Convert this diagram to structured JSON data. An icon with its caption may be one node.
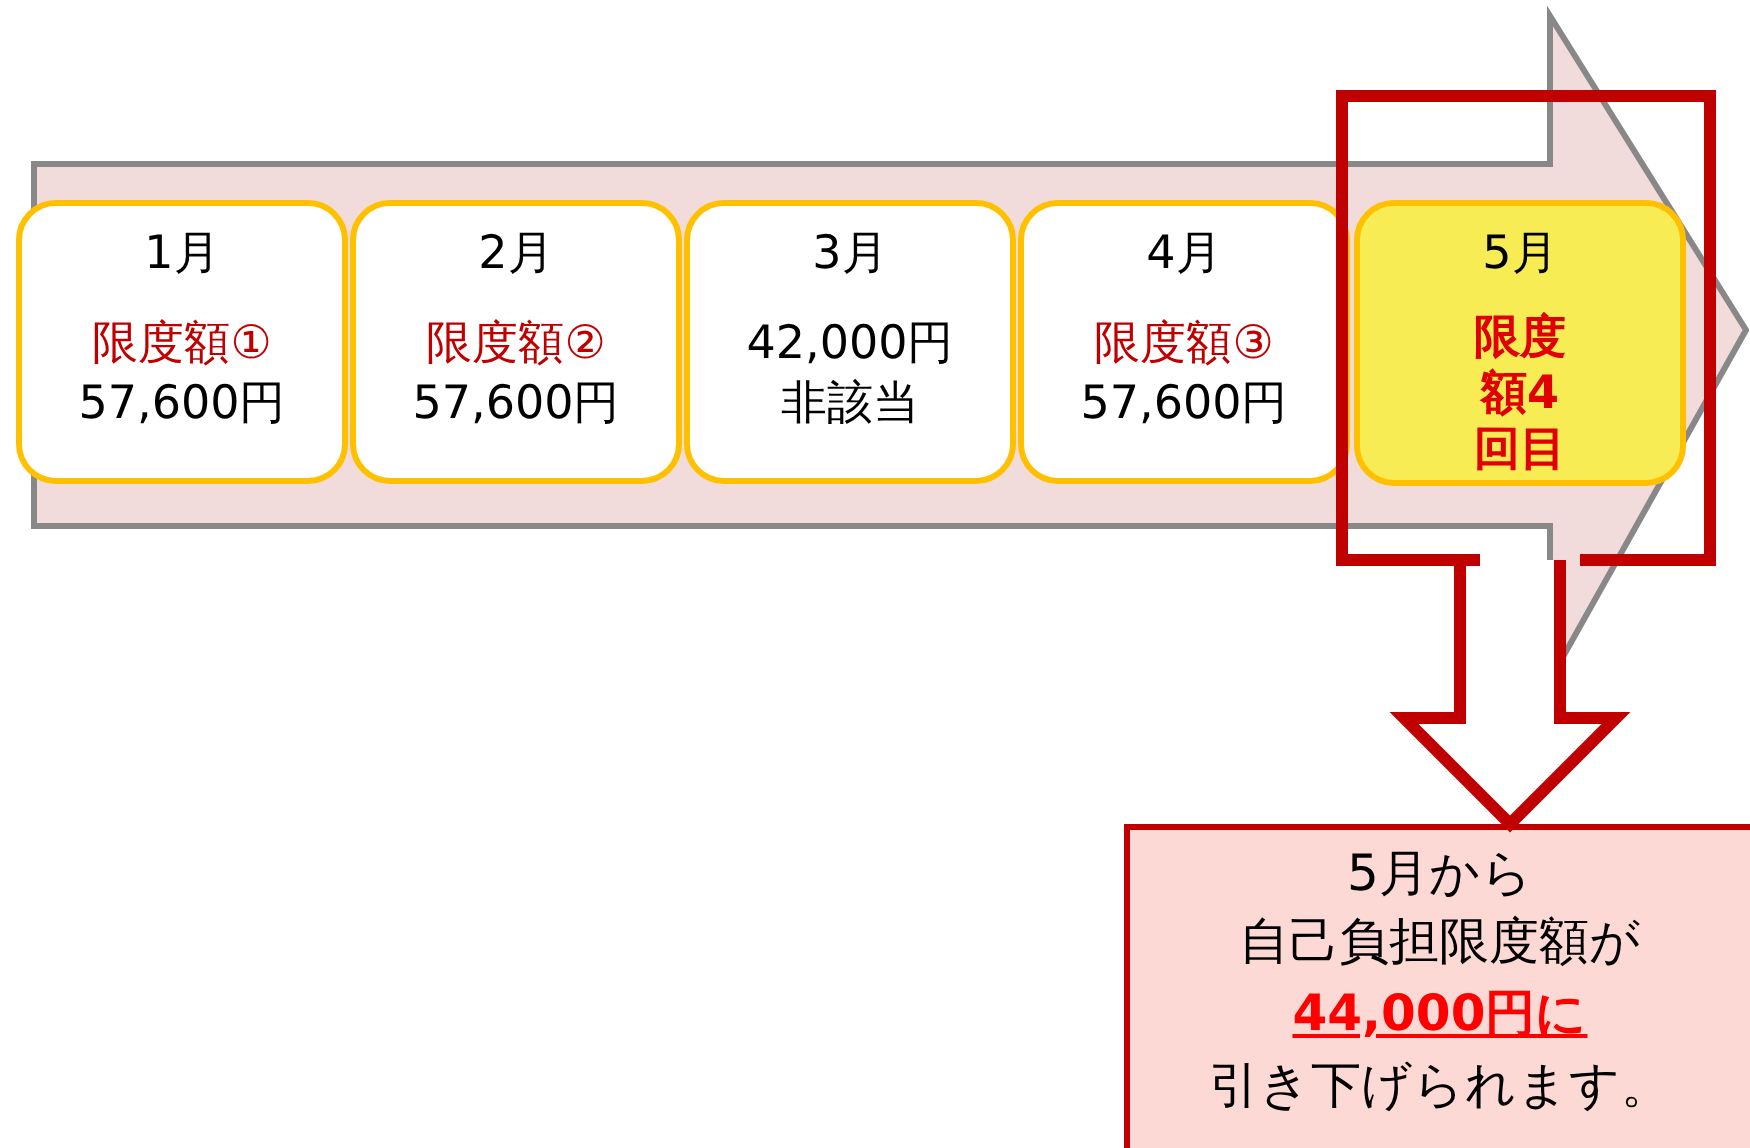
{
  "diagram": {
    "nodes": [
      {
        "text": [
          "1月",
          "限度額①",
          "57,600円"
        ]
      },
      {
        "text": [
          "2月",
          "限度額②",
          "57,600円"
        ]
      },
      {
        "text": [
          "3月",
          "42,000円",
          "非該当"
        ]
      },
      {
        "text": [
          "4月",
          "限度額③",
          "57,600円"
        ]
      },
      {
        "text": [],
        "shape": "box"
      },
      {
        "text": [
          "5月",
          "限度額4回目"
        ],
        "in": 4
      },
      {
        "text": [
          "5月から",
          "自己負担限度額が",
          "44,000円に",
          "引き下げられます。"
        ]
      }
    ],
    "edges": [
      {
        "from": 4,
        "to": 6,
        "arrow": "to",
        "color": "#c00000"
      }
    ]
  }
}
